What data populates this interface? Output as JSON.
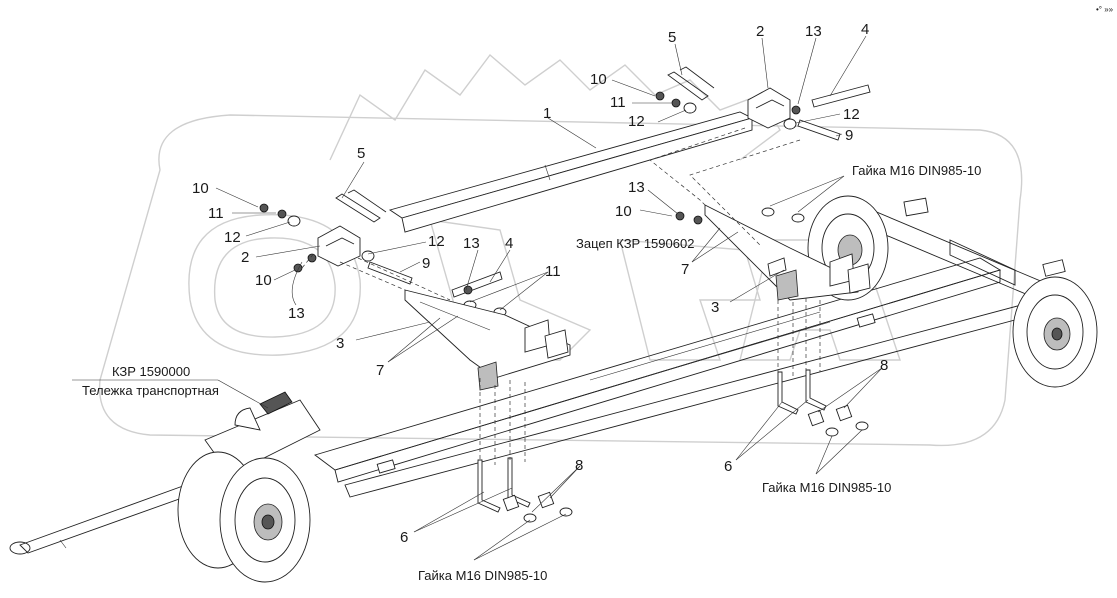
{
  "corner_mark": "•° »»",
  "captions": {
    "cart_code": "КЗР 1590000",
    "cart_name": "Тележка транспортная",
    "hitch": "Зацеп КЗР 1590602",
    "nut_top": "Гайка М16 DIN985-10",
    "nut_right": "Гайка М16 DIN985-10",
    "nut_bottom": "Гайка М16 DIN985-10"
  },
  "labels": {
    "1": "1",
    "2": "2",
    "3": "3",
    "4": "4",
    "5": "5",
    "6": "6",
    "7": "7",
    "8": "8",
    "9": "9",
    "10": "10",
    "11": "11",
    "12": "12",
    "13": "13"
  }
}
